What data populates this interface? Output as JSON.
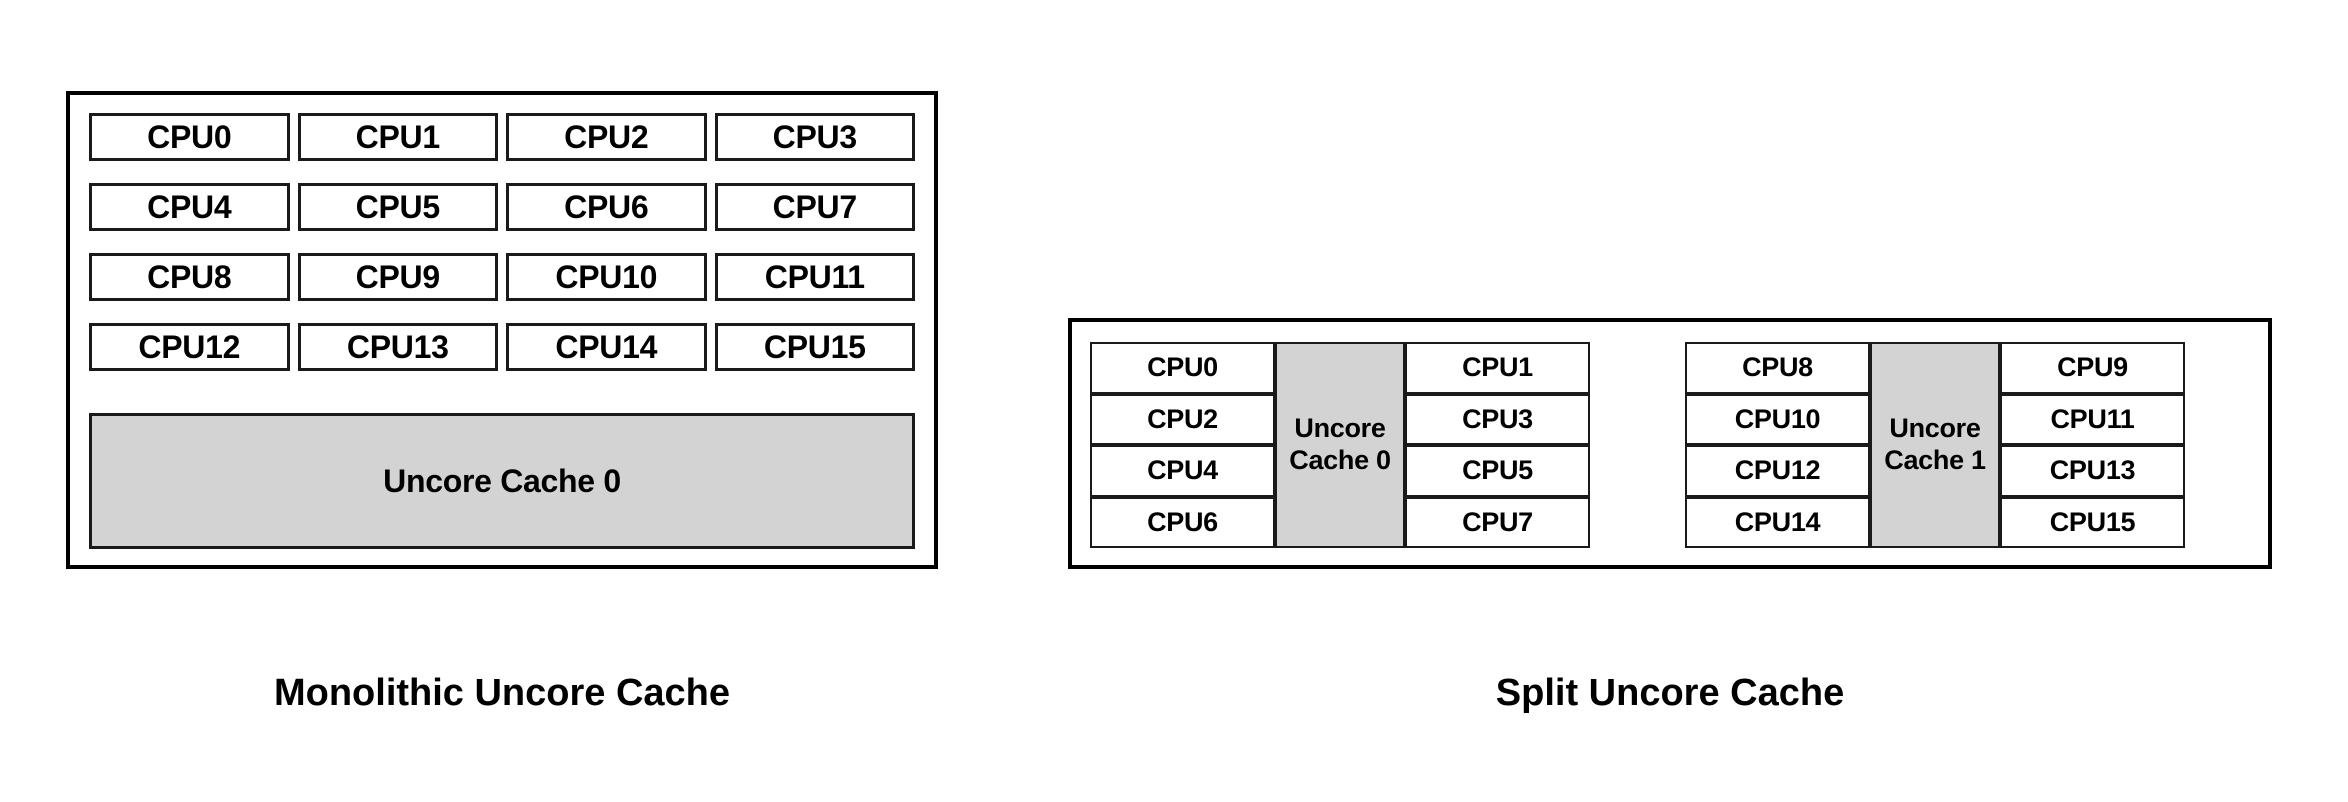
{
  "figure": {
    "background": "#ffffff",
    "line_color": "#000000",
    "cache_fill": "#d3d3d3",
    "cpu_fill": "#ffffff"
  },
  "monolithic": {
    "caption": "Monolithic Uncore Cache",
    "cpus": [
      "CPU0",
      "CPU1",
      "CPU2",
      "CPU3",
      "CPU4",
      "CPU5",
      "CPU6",
      "CPU7",
      "CPU8",
      "CPU9",
      "CPU10",
      "CPU11",
      "CPU12",
      "CPU13",
      "CPU14",
      "CPU15"
    ],
    "cache_label": "Uncore Cache 0"
  },
  "split": {
    "caption": "Split Uncore Cache",
    "groups": [
      {
        "left_column": [
          "CPU0",
          "CPU2",
          "CPU4",
          "CPU6"
        ],
        "cache_label": "Uncore Cache 0",
        "right_column": [
          "CPU1",
          "CPU3",
          "CPU5",
          "CPU7"
        ]
      },
      {
        "left_column": [
          "CPU8",
          "CPU10",
          "CPU12",
          "CPU14"
        ],
        "cache_label": "Uncore Cache 1",
        "right_column": [
          "CPU9",
          "CPU11",
          "CPU13",
          "CPU15"
        ]
      }
    ]
  }
}
